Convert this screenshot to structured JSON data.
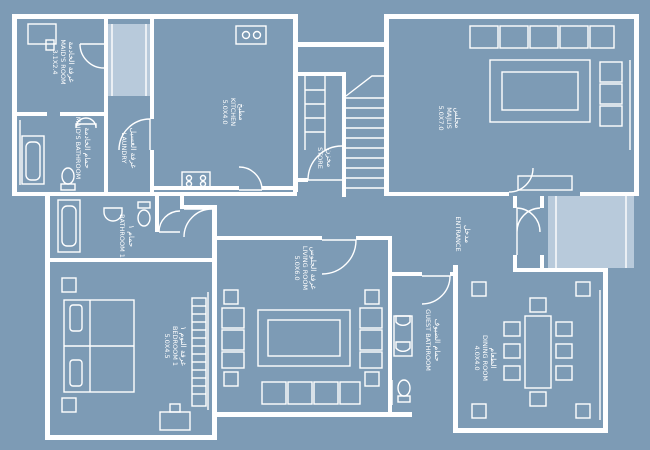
{
  "rooms": {
    "maid_room": {
      "ar": "غرفة الخادمة",
      "en": "MAID'S ROOM",
      "dim": "3.1X2.4"
    },
    "maid_bath": {
      "ar": "حمام الخادمة",
      "en": "MAID'S BATHROOM"
    },
    "laundry": {
      "ar": "غرفة الغسيل",
      "en": "LAUNDRY"
    },
    "kitchen": {
      "ar": "مطبخ",
      "en": "KITCHEN",
      "dim": "5.0X4.0"
    },
    "store": {
      "ar": "مخزن",
      "en": "STORE"
    },
    "majlis": {
      "ar": "مجلس",
      "en": "MAJLIS",
      "dim": "5.0X7.0"
    },
    "entrance": {
      "ar": "مدخل",
      "en": "ENTRANCE"
    },
    "bathroom1": {
      "ar": "حمام ١",
      "en": "BATHROOM 1"
    },
    "bedroom1": {
      "ar": "غرفة النوم ١",
      "en": "BEDROOM 1",
      "dim": "5.0X4.5"
    },
    "living_room": {
      "ar": "غرفة الجلوس",
      "en": "LIVING ROOM",
      "dim": "5.0X6.0"
    },
    "guest_bath": {
      "ar": "حمام الضيوف",
      "en": "GUEST BATHROOM"
    },
    "dining_room": {
      "ar": "الطعام",
      "en": "DINING ROOM",
      "dim": "4.0X4.0"
    }
  },
  "colors": {
    "background": "#7d9bb5",
    "lines": "#ffffff",
    "glass": "#b8cadb"
  }
}
